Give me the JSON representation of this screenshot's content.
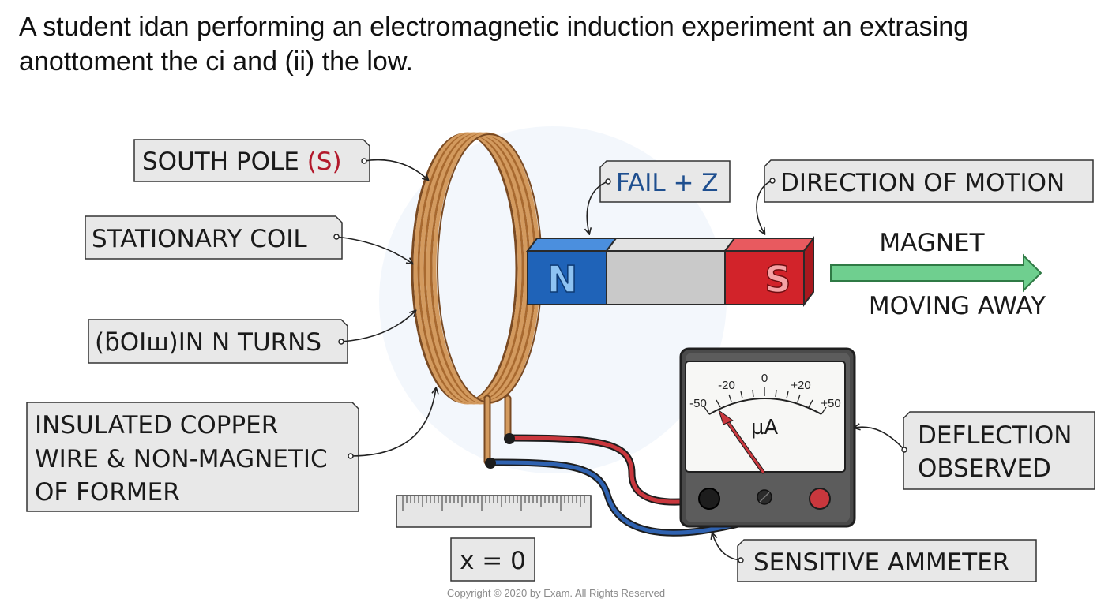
{
  "question": "A student idan performing an electromagnetic induction experiment an extrasing anottoment the ci and (ii) the low.",
  "labels": {
    "south_pole_text": "SOUTH POLE ",
    "south_pole_mark": "(S)",
    "stationary_coil": "STATIONARY COIL",
    "coil_turns": "(ƃOIꟺ)IN N TURNS",
    "insulated_line1": "INSULATED COPPER",
    "insulated_line2": "WIRE & NON-MAGNETIC",
    "insulated_line3": "OF FORMER",
    "fail_z": "FAIL + Z",
    "direction_of_motion": "DIRECTION OF MOTION",
    "magnet": "MAGNET",
    "moving_away": "MOVING AWAY",
    "deflection_line1": "DEFLECTION",
    "deflection_line2": "OBSERVED",
    "sensitive_ammeter": "SENSITIVE AMMETER",
    "position": "x = 0"
  },
  "magnet": {
    "north": "N",
    "south": "S"
  },
  "ammeter": {
    "unit": "µA",
    "ticks": [
      "-50",
      "-20",
      "0",
      "+20",
      "+50"
    ]
  },
  "copyright": "Copyright © 2020 by Exam. All Rights Reserved",
  "colors": {
    "north_pole": "#1f63b8",
    "south_pole": "#d2232a",
    "coil": "#c98a4b",
    "arrow": "#6fcf8f",
    "wire_red": "#c9373d",
    "wire_blue": "#2f62b0",
    "fail_text": "#1f4f8f",
    "south_mark": "#b2182b"
  }
}
